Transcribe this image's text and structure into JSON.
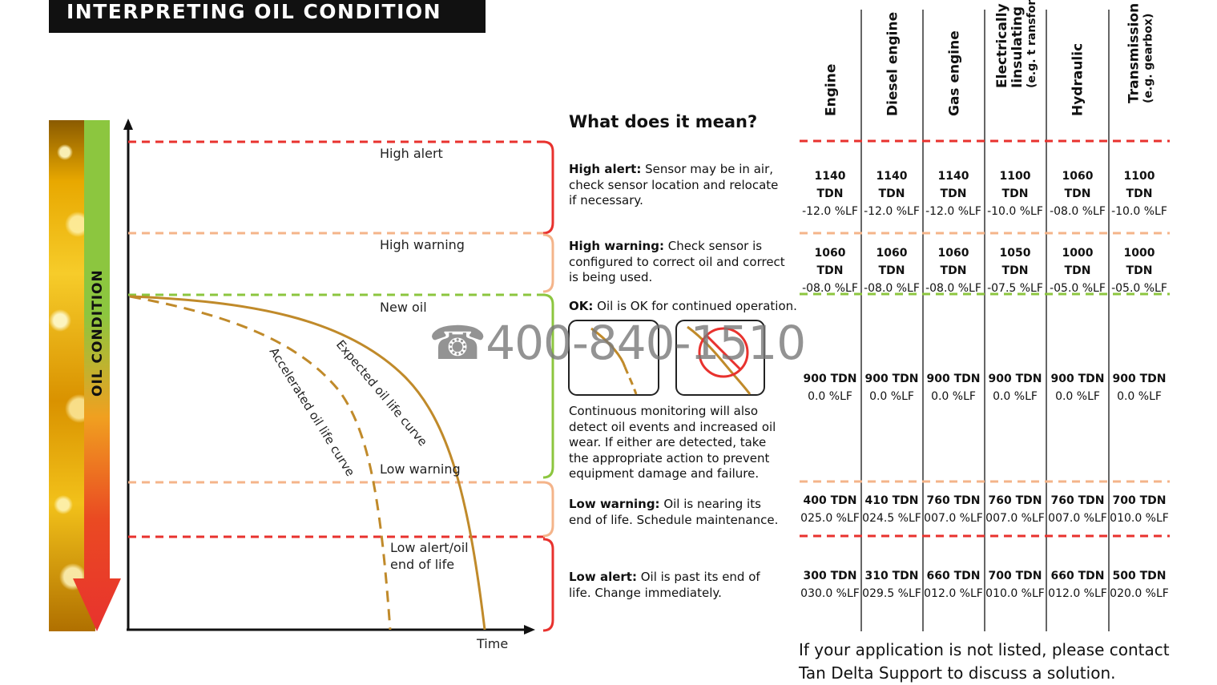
{
  "header": {
    "title": "INTERPRETING OIL CONDITION"
  },
  "strip": {
    "label": "OIL CONDITION"
  },
  "chart": {
    "zones": {
      "high_alert": "High alert",
      "high_warning": "High warning",
      "new_oil": "New oil",
      "low_warning": "Low warning",
      "low_alert_line1": "Low alert/oil",
      "low_alert_line2": "end of life"
    },
    "curves": {
      "expected": "Expected oil life curve",
      "accelerated": "Accelerated oil life curve"
    },
    "axis_x": "Time"
  },
  "colors": {
    "alert_red": "#e8322e",
    "warning_orange": "#f4b48a",
    "ok_green": "#8cc63f",
    "curve_gold": "#c08a2a",
    "bracket_red": "#e8322e",
    "bracket_orange": "#f4b48a",
    "bracket_green": "#8cc63f"
  },
  "meaning": {
    "title": "What does it mean?",
    "high_alert_label": "High alert:",
    "high_alert_text": " Sensor may be in air, check sensor location and relocate if necessary.",
    "high_warning_label": "High warning:",
    "high_warning_text": " Check sensor is configured to correct oil and correct is being used.",
    "ok_label": "OK:",
    "ok_text": " Oil is OK for continued operation.",
    "monitoring_text": "Continuous monitoring will also detect oil events and increased oil wear. If either are detected, take the appropriate action to prevent equipment damage and failure.",
    "low_warning_label": "Low warning:",
    "low_warning_text": " Oil is nearing its end of life. Schedule maintenance.",
    "low_alert_label": "Low alert:",
    "low_alert_text": " Oil is past its end of life. Change immediately."
  },
  "table": {
    "columns": [
      {
        "name": "Engine",
        "sub": ""
      },
      {
        "name": "Diesel engine",
        "sub": ""
      },
      {
        "name": "Gas engine",
        "sub": ""
      },
      {
        "name": "Electrically",
        "name2": "Iinsulating",
        "sub": "(e.g. t ransformer)"
      },
      {
        "name": "Hydraulic",
        "sub": ""
      },
      {
        "name": "Transmission",
        "sub": "(e.g. gearbox)"
      }
    ],
    "rows": [
      [
        [
          "1140 TDN",
          "-12.0 %LF"
        ],
        [
          "1140 TDN",
          "-12.0 %LF"
        ],
        [
          "1140 TDN",
          "-12.0 %LF"
        ],
        [
          "1100 TDN",
          "-10.0 %LF"
        ],
        [
          "1060 TDN",
          "-08.0 %LF"
        ],
        [
          "1100 TDN",
          "-10.0 %LF"
        ]
      ],
      [
        [
          "1060 TDN",
          "-08.0 %LF"
        ],
        [
          "1060 TDN",
          "-08.0 %LF"
        ],
        [
          "1060 TDN",
          "-08.0 %LF"
        ],
        [
          "1050 TDN",
          "-07.5 %LF"
        ],
        [
          "1000 TDN",
          "-05.0 %LF"
        ],
        [
          "1000 TDN",
          "-05.0 %LF"
        ]
      ],
      [
        [
          "900 TDN",
          "0.0 %LF"
        ],
        [
          "900 TDN",
          "0.0 %LF"
        ],
        [
          "900 TDN",
          "0.0 %LF"
        ],
        [
          "900 TDN",
          "0.0 %LF"
        ],
        [
          "900 TDN",
          "0.0 %LF"
        ],
        [
          "900 TDN",
          "0.0 %LF"
        ]
      ],
      [
        [
          "400 TDN",
          "025.0 %LF"
        ],
        [
          "410 TDN",
          "024.5 %LF"
        ],
        [
          "760 TDN",
          "007.0 %LF"
        ],
        [
          "760 TDN",
          "007.0 %LF"
        ],
        [
          "760 TDN",
          "007.0 %LF"
        ],
        [
          "700 TDN",
          "010.0 %LF"
        ]
      ],
      [
        [
          "300 TDN",
          "030.0 %LF"
        ],
        [
          "310 TDN",
          "029.5 %LF"
        ],
        [
          "660 TDN",
          "012.0 %LF"
        ],
        [
          "700 TDN",
          "010.0 %LF"
        ],
        [
          "660 TDN",
          "012.0 %LF"
        ],
        [
          "500 TDN",
          "020.0 %LF"
        ]
      ]
    ]
  },
  "contact": "If your application is not listed, please contact Tan Delta Support to discuss a solution.",
  "watermark": "☎400-840-1510"
}
